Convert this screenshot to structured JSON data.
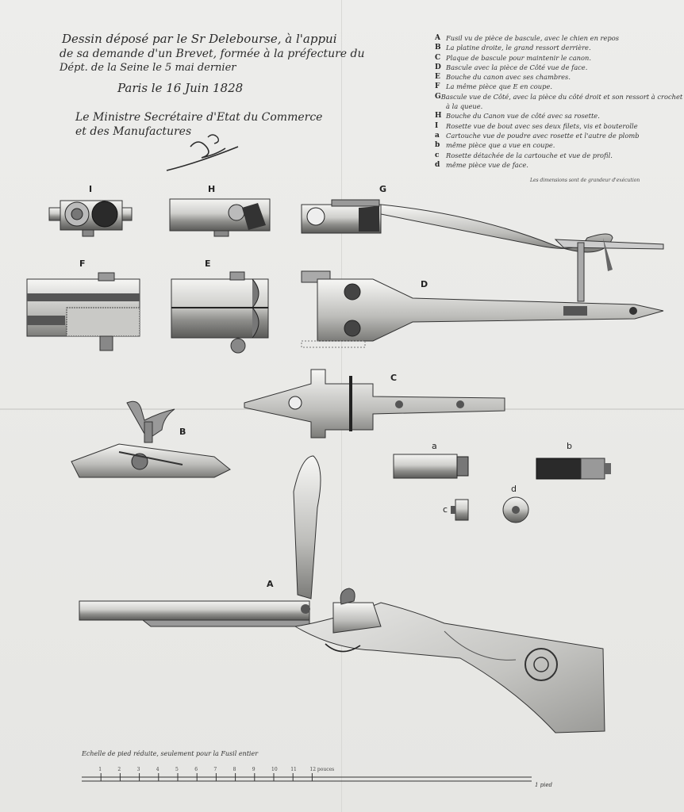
{
  "header": {
    "line1": "Dessin déposé par le Sr Delebourse, à l'appui",
    "line2": "de sa demande d'un Brevet, formée à la préfecture du",
    "line3": "Dépt. de la Seine le 5 mai dernier",
    "date_line": "Paris le 16 Juin 1828",
    "line5": "Le Ministre Secrétaire d'Etat du Commerce",
    "line6": "et des Manufactures"
  },
  "legend": [
    {
      "key": "A",
      "text": "Fusil vu de pièce de bascule, avec le chien en repos"
    },
    {
      "key": "B",
      "text": "La platine droite, le grand ressort derrière."
    },
    {
      "key": "C",
      "text": "Plaque de bascule pour maintenir le canon."
    },
    {
      "key": "D",
      "text": "Bascule avec la pièce de Côté vue de face."
    },
    {
      "key": "E",
      "text": "Bouche du canon avec ses chambres."
    },
    {
      "key": "F",
      "text": "La même pièce que E en coupe."
    },
    {
      "key": "G",
      "text": "Bascule vue de Côté, avec la pièce du côté droit et son ressort à crochet"
    },
    {
      "key": "",
      "text": "à la queue."
    },
    {
      "key": "H",
      "text": "Bouche du Canon vue de côté avec sa rosette."
    },
    {
      "key": "I",
      "text": "Rosette vue de bout avec ses deux filets, vis et bouterolle"
    },
    {
      "key": "a",
      "text": "Cartouche vue de poudre avec rosette et l'autre de plomb"
    },
    {
      "key": "b",
      "text": "même pièce que a vue en coupe."
    },
    {
      "key": "c",
      "text": "Rosette détachée de la cartouche et vue de profil."
    },
    {
      "key": "d",
      "text": "même pièce vue de face."
    }
  ],
  "note": "Les dimensions sont de grandeur d'exécution",
  "figure_labels": {
    "I": "I",
    "H": "H",
    "G": "G",
    "F": "F",
    "E": "E",
    "D": "D",
    "C": "C",
    "B": "B",
    "A": "A",
    "a": "a",
    "b": "b",
    "c": "c",
    "d": "d"
  },
  "scale": {
    "caption": "Echelle de pied réduite, seulement pour la Fusil entier",
    "ticks": [
      "1",
      "2",
      "3",
      "4",
      "5",
      "6",
      "7",
      "8",
      "9",
      "10",
      "11",
      "12 pouces"
    ],
    "end_label": "1 pied"
  }
}
